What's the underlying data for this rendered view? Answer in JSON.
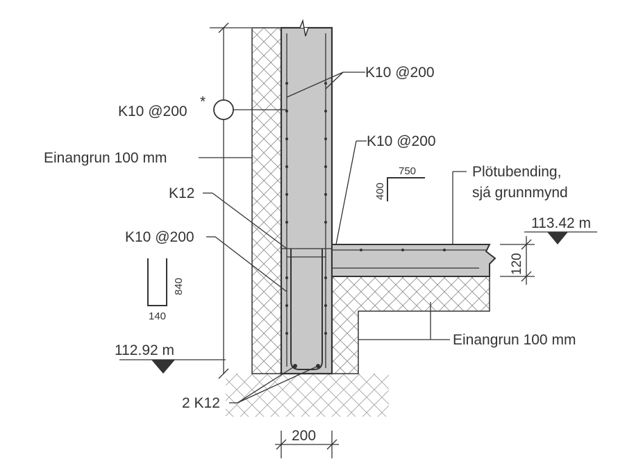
{
  "labels": {
    "k10_top_right": "K10 @200",
    "k10_left_circle": "K10 @200",
    "k10_circle_star": "*",
    "k10_mid_right": "K10 @200",
    "einangrun_left": "Einangrun 100 mm",
    "k12": "K12",
    "k10_lower_left": "K10 @200",
    "plotubending_line1": "Plötubending,",
    "plotubending_line2": "sjá grunnmynd",
    "einangrun_bottom": "Einangrun 100 mm",
    "two_k12": "2 K12"
  },
  "levels": {
    "upper": "113.42 m",
    "lower": "112.92 m"
  },
  "dimensions": {
    "wall_width": "200",
    "slab_thickness": "120",
    "bend_top_horizontal": "750",
    "bend_top_vertical": "400",
    "bend_left_vertical": "840",
    "bend_left_horizontal": "140"
  },
  "colors": {
    "concrete": "#c8c8c8",
    "line": "#333333",
    "background": "#ffffff"
  }
}
